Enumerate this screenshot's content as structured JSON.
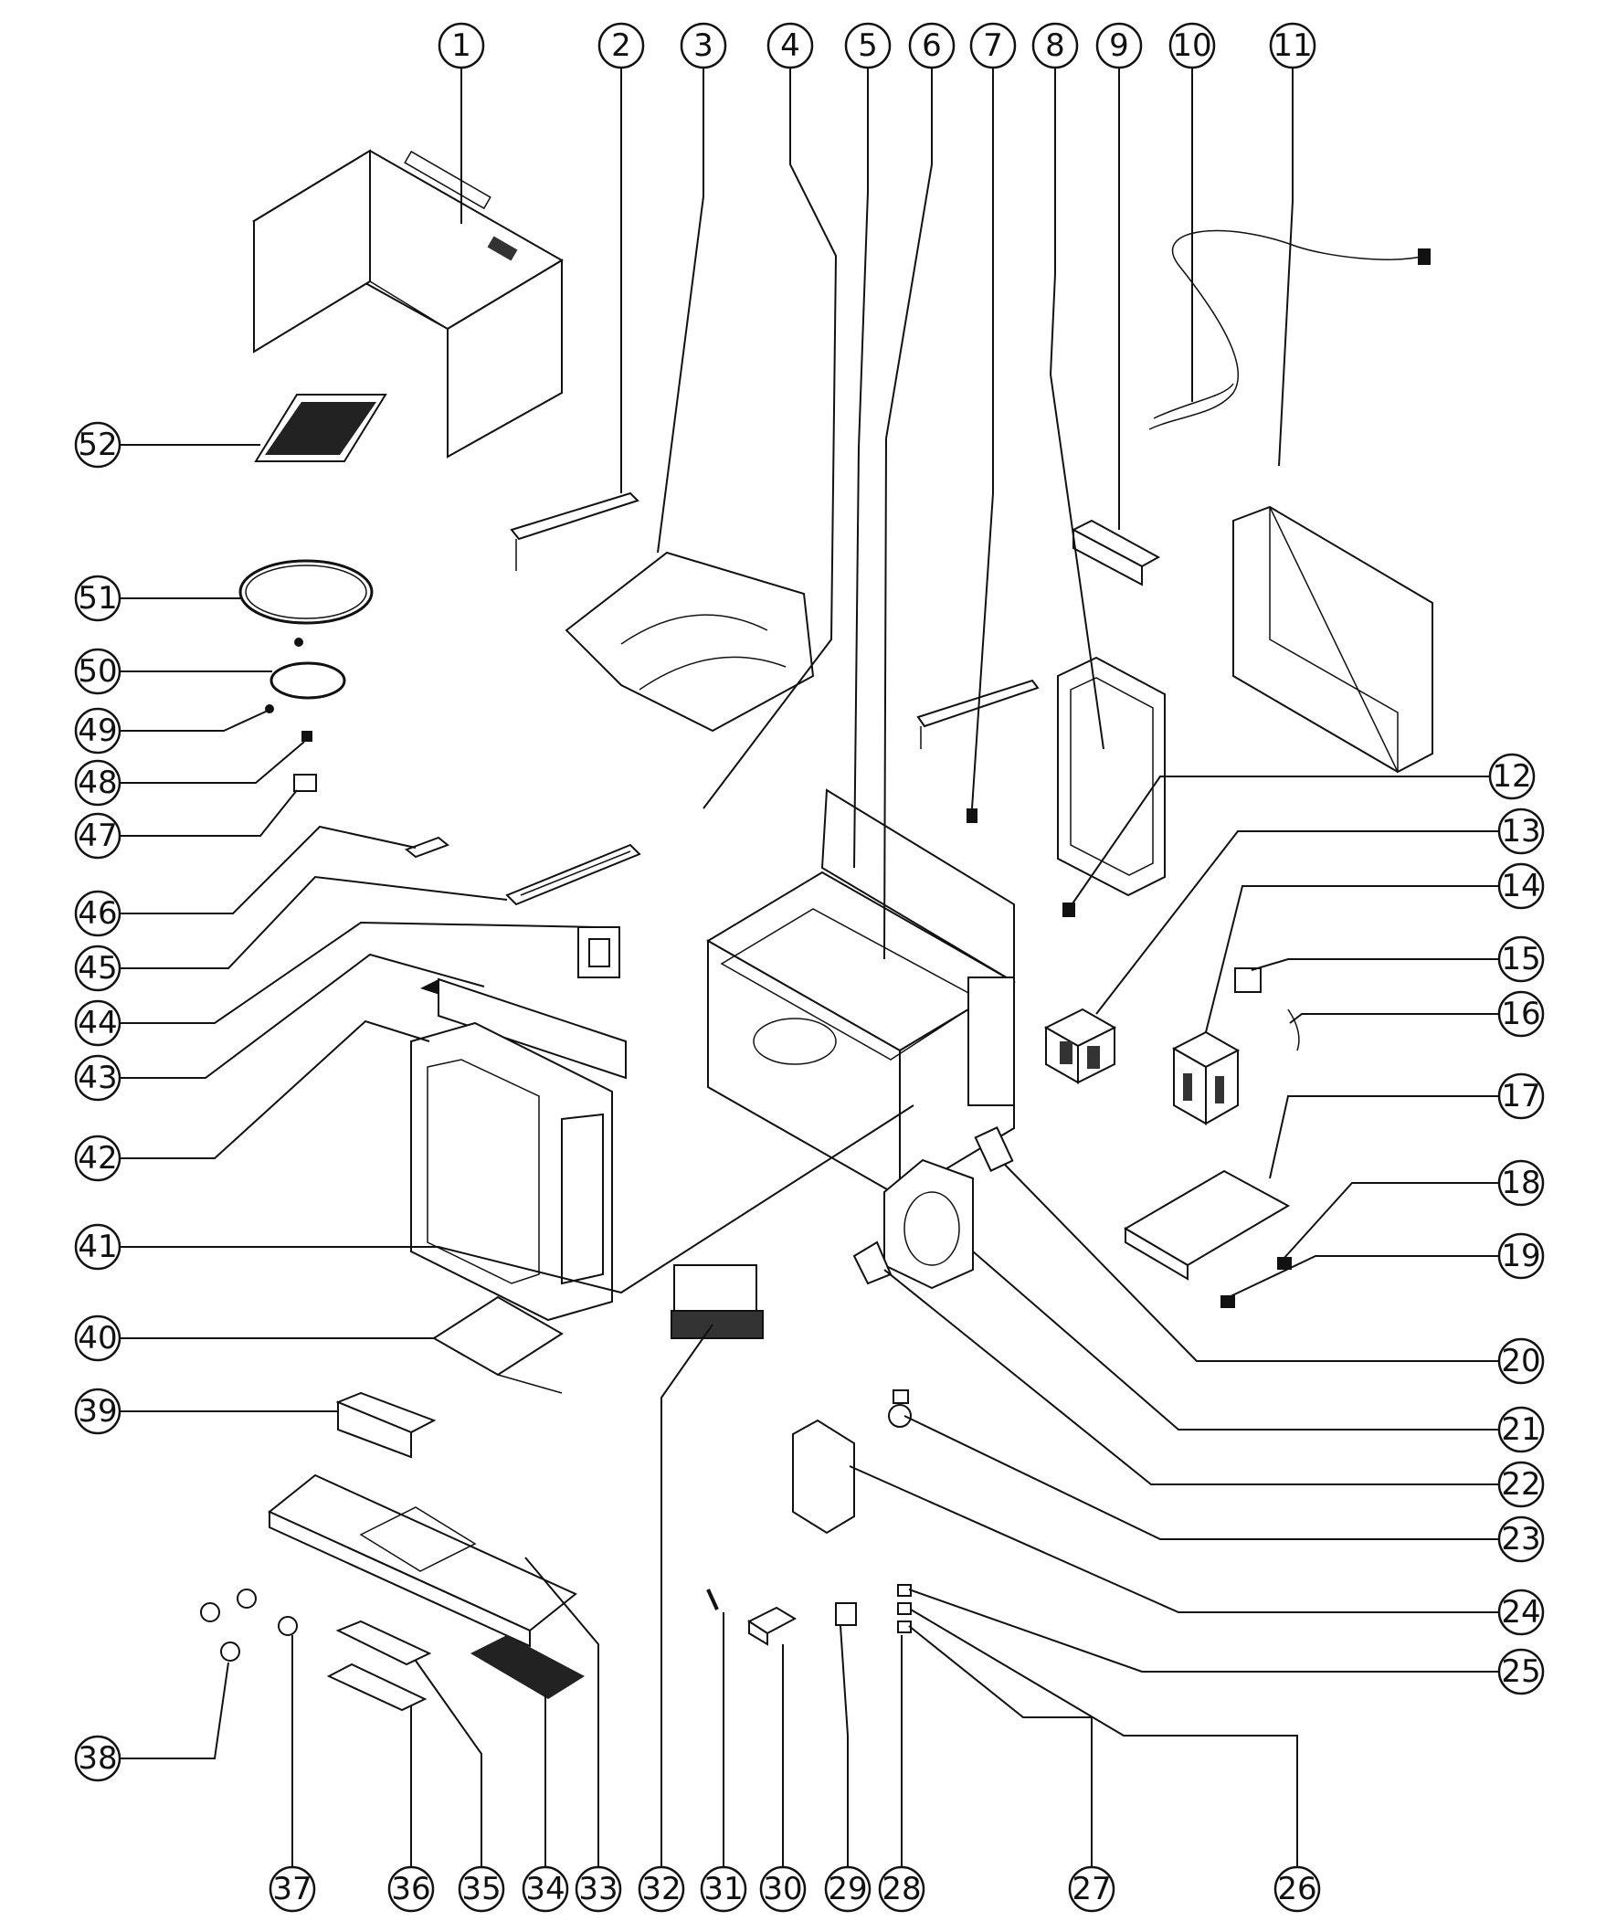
{
  "labels": [
    "1",
    "2",
    "3",
    "4",
    "5",
    "6",
    "7",
    "8",
    "9",
    "10",
    "11",
    "12",
    "13",
    "14",
    "15",
    "16",
    "17",
    "18",
    "19",
    "20",
    "21",
    "22",
    "23",
    "24",
    "25",
    "26",
    "27",
    "28",
    "29",
    "30",
    "31",
    "32",
    "33",
    "34",
    "35",
    "36",
    "37",
    "38",
    "39",
    "40",
    "41",
    "42",
    "43",
    "44",
    "45",
    "46",
    "47",
    "48",
    "49",
    "50",
    "51",
    "52"
  ]
}
